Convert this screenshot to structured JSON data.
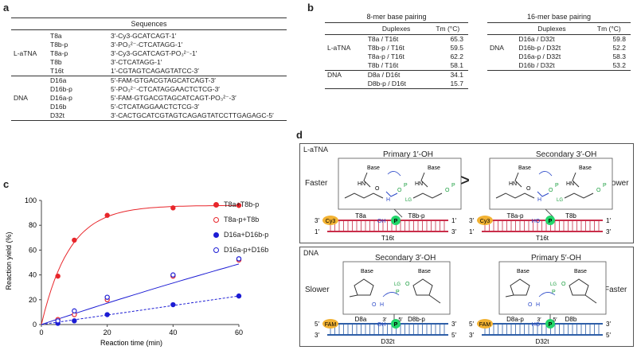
{
  "panel_labels": {
    "a": "a",
    "b": "b",
    "c": "c",
    "d": "d"
  },
  "table_a": {
    "header": "Sequences",
    "groups": [
      {
        "category": "L-aTNA",
        "rows": [
          {
            "name": "T8a",
            "seq": "3′-Cy3-GCATCAGT-1′"
          },
          {
            "name": "T8b-p",
            "seq": "3′-PO₃²⁻-CTCATAGG-1′"
          },
          {
            "name": "T8a-p",
            "seq": "3′-Cy3-GCATCAGT-PO₃²⁻-1′"
          },
          {
            "name": "T8b",
            "seq": "3′-CTCATAGG-1′"
          },
          {
            "name": "T16t",
            "seq": "1′-CGTAGTCAGAGTATCC-3′"
          }
        ]
      },
      {
        "category": "DNA",
        "rows": [
          {
            "name": "D16a",
            "seq": "5′-FAM-GTGACGTAGCATCAGT-3′"
          },
          {
            "name": "D16b-p",
            "seq": "5′-PO₃²⁻-CTCATAGGAACTCTCG-3′"
          },
          {
            "name": "D16a-p",
            "seq": "5′-FAM-GTGACGTAGCATCAGT-PO₃²⁻-3′"
          },
          {
            "name": "D16b",
            "seq": "5′-CTCATAGGAACTCTCG-3′"
          },
          {
            "name": "D32t",
            "seq": "3′-CACTGCATCGTAGTCAGAGTATCCTTGAGAGC-5′"
          }
        ]
      }
    ]
  },
  "table_b1": {
    "title": "8-mer base pairing",
    "col_duplex": "Duplexes",
    "col_tm": "Tm (°C)",
    "groups": [
      {
        "category": "L-aTNA",
        "rows": [
          [
            "T8a / T16t",
            "65.3"
          ],
          [
            "T8b-p / T16t",
            "59.5"
          ],
          [
            "T8a-p / T16t",
            "62.2"
          ],
          [
            "T8b / T16t",
            "58.1"
          ]
        ]
      },
      {
        "category": "DNA",
        "rows": [
          [
            "D8a / D16t",
            "34.1"
          ],
          [
            "D8b-p / D16t",
            "15.7"
          ]
        ]
      }
    ]
  },
  "table_b2": {
    "title": "16-mer base pairing",
    "col_duplex": "Duplexes",
    "col_tm": "Tm (°C)",
    "groups": [
      {
        "category": "DNA",
        "rows": [
          [
            "D16a / D32t",
            "59.8"
          ],
          [
            "D16b-p / D32t",
            "52.2"
          ],
          [
            "D16a-p / D32t",
            "58.3"
          ],
          [
            "D16b / D32t",
            "53.2"
          ]
        ]
      }
    ]
  },
  "chart_data": {
    "type": "scatter",
    "xlabel": "Reaction time (min)",
    "ylabel": "Reaction yield (%)",
    "xlim": [
      0,
      60
    ],
    "ylim": [
      0,
      100
    ],
    "xticks": [
      0,
      20,
      40,
      60
    ],
    "yticks": [
      0,
      20,
      40,
      60,
      80,
      100
    ],
    "series": [
      {
        "name": "T8a+T8b-p",
        "color": "#e8262b",
        "filled": true,
        "line": "solid",
        "x": [
          5,
          10,
          20,
          40,
          60
        ],
        "y": [
          39,
          68,
          88,
          94,
          96
        ]
      },
      {
        "name": "T8a-p+T8b",
        "color": "#e8262b",
        "filled": false,
        "line": "none",
        "x": [
          5,
          10,
          20,
          40,
          60
        ],
        "y": [
          4,
          8,
          20,
          39,
          52
        ]
      },
      {
        "name": "D16a+D16b-p",
        "color": "#1c1cd4",
        "filled": true,
        "line": "dashed",
        "x": [
          5,
          10,
          20,
          40,
          60
        ],
        "y": [
          1,
          3,
          8,
          16,
          23
        ]
      },
      {
        "name": "D16a-p+D16b",
        "color": "#1c1cd4",
        "filled": false,
        "line": "solid",
        "x": [
          5,
          10,
          20,
          40,
          60
        ],
        "y": [
          3,
          11,
          22,
          40,
          53
        ]
      }
    ]
  },
  "panel_d": {
    "top": {
      "section": "L-aTNA",
      "left_title": "Primary 1′-OH",
      "right_title": "Secondary 3′-OH",
      "left_speed": "Faster",
      "right_speed": "Slower",
      "compare": ">",
      "left_duplex": {
        "end5": "3′",
        "end3": "1′",
        "dye": "Cy3",
        "strand1": "T8a",
        "strand2": "T8b-p",
        "oh": "OH",
        "p": "P",
        "template": "T16t",
        "tend_left": "1′",
        "tend_right": "3′"
      },
      "right_duplex": {
        "end5": "3′",
        "end3": "1′",
        "dye": "Cy3",
        "strand1": "T8a-p",
        "strand2": "T8b",
        "oh": "HO",
        "p": "P",
        "template": "T16t",
        "tend_left": "1′",
        "tend_right": "3′"
      }
    },
    "bottom": {
      "section": "DNA",
      "left_title": "Secondary 3′-OH",
      "right_title": "Primary 5′-OH",
      "left_speed": "Slower",
      "right_speed": "Faster",
      "left_duplex": {
        "end5": "5′",
        "end3": "3′",
        "dye": "FAM",
        "strand1": "D8a",
        "strand2": "D8b-p",
        "oh": "OH",
        "p": "P",
        "template": "D32t",
        "tend_left": "3′",
        "tend_right": "5′",
        "j1": "3′",
        "j2": "5′"
      },
      "right_duplex": {
        "end5": "5′",
        "end3": "3′",
        "dye": "FAM",
        "strand1": "D8a-p",
        "strand2": "D8b",
        "oh": "HO",
        "p": "P",
        "template": "D32t",
        "tend_left": "3′",
        "tend_right": "5′",
        "j1": "3′",
        "j2": "5′"
      }
    },
    "chem_labels": {
      "base": "Base",
      "hn": "HN",
      "lg": "LG",
      "o": "O",
      "h": "H",
      "p": "P"
    }
  }
}
